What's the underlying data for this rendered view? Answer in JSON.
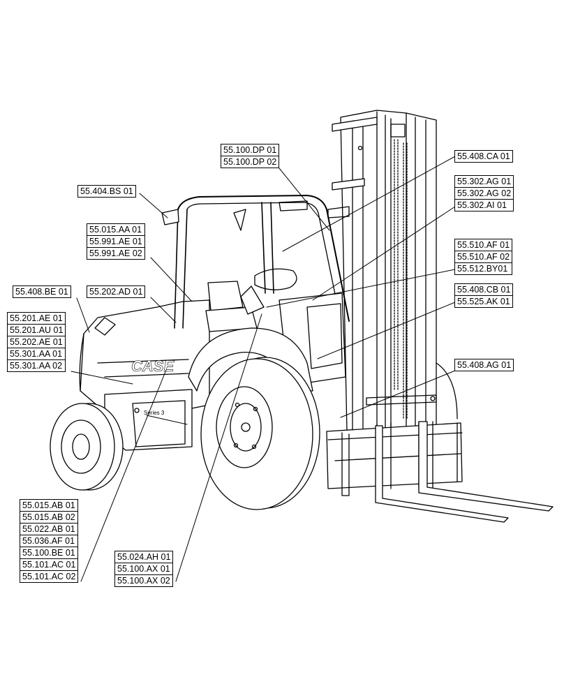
{
  "brand": {
    "logo_text": "CASE",
    "model_badge": "Series 3"
  },
  "callouts": [
    {
      "id": "c-dp",
      "labels": [
        "55.100.DP 01",
        "55.100.DP 02"
      ]
    },
    {
      "id": "c-ca",
      "labels": [
        "55.408.CA 01"
      ]
    },
    {
      "id": "c-ag",
      "labels": [
        "55.302.AG 01",
        "55.302.AG 02",
        "55.302.AI 01"
      ]
    },
    {
      "id": "c-bs",
      "labels": [
        "55.404.BS 01"
      ]
    },
    {
      "id": "c-aa",
      "labels": [
        "55.015.AA 01",
        "55.991.AE 01",
        "55.991.AE 02"
      ]
    },
    {
      "id": "c-af",
      "labels": [
        "55.510.AF 01",
        "55.510.AF 02",
        "55.512.BY01"
      ]
    },
    {
      "id": "c-be",
      "labels": [
        "55.408.BE 01"
      ]
    },
    {
      "id": "c-ad",
      "labels": [
        "55.202.AD 01"
      ]
    },
    {
      "id": "c-cb",
      "labels": [
        "55.408.CB 01",
        "55.525.AK 01"
      ]
    },
    {
      "id": "c-ae",
      "labels": [
        "55.201.AE 01",
        "55.201.AU 01",
        "55.202.AE 01",
        "55.301.AA 01",
        "55.301.AA 02"
      ]
    },
    {
      "id": "c-agb",
      "labels": [
        "55.408.AG 01"
      ]
    },
    {
      "id": "c-ab",
      "labels": [
        "55.015.AB 01",
        "55.015.AB 02",
        "55.022.AB 01",
        "55.036.AF 01",
        "55.100.BE 01",
        "55.101.AC 01",
        "55.101.AC 02"
      ]
    },
    {
      "id": "c-ah",
      "labels": [
        "55.024.AH 01",
        "55.100.AX 01",
        "55.100.AX 02"
      ]
    }
  ]
}
